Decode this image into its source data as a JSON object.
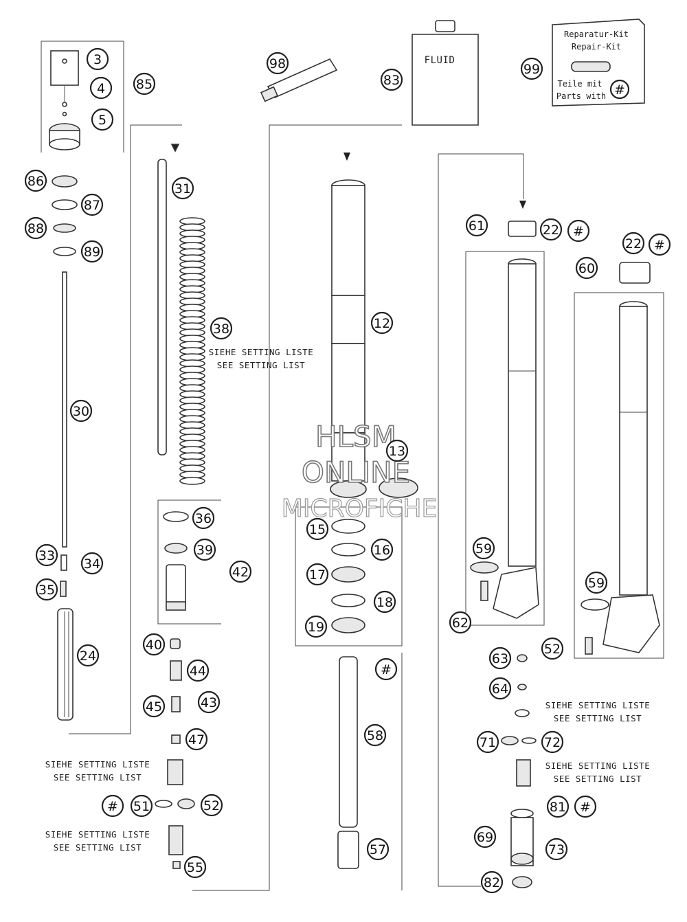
{
  "callouts": [
    {
      "label": "3"
    },
    {
      "label": "4"
    },
    {
      "label": "5"
    },
    {
      "label": "85"
    },
    {
      "label": "86"
    },
    {
      "label": "87"
    },
    {
      "label": "88"
    },
    {
      "label": "89"
    },
    {
      "label": "30"
    },
    {
      "label": "33"
    },
    {
      "label": "34"
    },
    {
      "label": "35"
    },
    {
      "label": "24"
    },
    {
      "label": "31"
    },
    {
      "label": "38"
    },
    {
      "label": "36"
    },
    {
      "label": "39"
    },
    {
      "label": "42"
    },
    {
      "label": "40"
    },
    {
      "label": "44"
    },
    {
      "label": "45"
    },
    {
      "label": "43"
    },
    {
      "label": "47"
    },
    {
      "label": "#"
    },
    {
      "label": "51"
    },
    {
      "label": "52"
    },
    {
      "label": "55"
    },
    {
      "label": "98"
    },
    {
      "label": "83"
    },
    {
      "label": "99"
    },
    {
      "label": "12"
    },
    {
      "label": "13"
    },
    {
      "label": "15"
    },
    {
      "label": "16"
    },
    {
      "label": "17"
    },
    {
      "label": "18"
    },
    {
      "label": "19"
    },
    {
      "label": "#"
    },
    {
      "label": "58"
    },
    {
      "label": "57"
    },
    {
      "label": "61"
    },
    {
      "label": "22"
    },
    {
      "label": "#"
    },
    {
      "label": "22"
    },
    {
      "label": "#"
    },
    {
      "label": "60"
    },
    {
      "label": "59"
    },
    {
      "label": "62"
    },
    {
      "label": "59"
    },
    {
      "label": "63"
    },
    {
      "label": "52"
    },
    {
      "label": "64"
    },
    {
      "label": "71"
    },
    {
      "label": "72"
    },
    {
      "label": "81"
    },
    {
      "label": "#"
    },
    {
      "label": "69"
    },
    {
      "label": "73"
    },
    {
      "label": "82"
    }
  ],
  "notes": {
    "setting_de": "SIEHE SETTING LISTE",
    "setting_en": "SEE SETTING LIST"
  },
  "fluid_label": "FLUID",
  "repair_kit": {
    "line1": "Reparatur-Kit",
    "line2": "Repair-Kit",
    "line3": "Teile mit",
    "line4": "Parts with",
    "hash": "#"
  },
  "watermark": {
    "line1": "HLSM",
    "line2": "ONLINE",
    "line3": "MICROFICHE"
  }
}
